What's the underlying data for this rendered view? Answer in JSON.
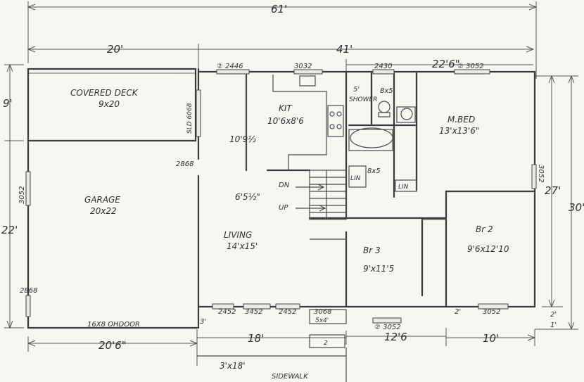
{
  "dimensions": {
    "overall": "61'",
    "top_left": "20'",
    "top_mid": "41'",
    "top_right": "22'6\"",
    "left_deck": "9'",
    "left_garage": "22'",
    "right_total": "30'",
    "right_upper": "27'",
    "right_lower1": "2'",
    "right_lower2": "1'",
    "bottom_garage": "20'6\"",
    "bottom_living": "18'",
    "bottom_br3": "12'6",
    "bottom_br2": "10'",
    "front_3": "3'",
    "br2_2": "2'",
    "kit_vert": "10'9½",
    "stair_vert": "6'5½\""
  },
  "rooms": {
    "deck": {
      "name": "COVERED DECK",
      "size": "9x20"
    },
    "garage": {
      "name": "GARAGE",
      "size": "20x22"
    },
    "kitchen": {
      "name": "KIT",
      "size": "10'6x8'6"
    },
    "living": {
      "name": "LIVING",
      "size": "14'x15'"
    },
    "master": {
      "name": "M.BED",
      "size": "13'x13'6\""
    },
    "br3": {
      "name": "Br 3",
      "size": "9'x11'5"
    },
    "br2": {
      "name": "Br 2",
      "size": "9'6x12'10"
    },
    "bath1": {
      "size": "8x5"
    },
    "bath2": {
      "size": "8x5"
    },
    "shower": {
      "line1": "5'",
      "line2": "SHOWER"
    },
    "lin1": "LIN",
    "lin2": "LIN"
  },
  "tags": {
    "w_2446": "② 2446",
    "w_3032": "3032",
    "w_2430": "2430",
    "w_3052_top": "② 3052",
    "sld": "SLD 6068",
    "d_2868_upper": "2868",
    "w_3052_left": "3052",
    "d_2868_lower": "2868",
    "w_2452_a": "2452",
    "w_3452": "3452",
    "w_2452_b": "2452",
    "d_3068": "3068",
    "porch": "5x4'",
    "w_3052_front": "② 3052",
    "w_3052_br2": "3052",
    "w_3052_master": "3052",
    "ohdoor": "16X8 OHDOOR",
    "dn": "DN",
    "up": "UP",
    "step": "2",
    "sidewalk_size": "3'x18'",
    "sidewalk": "SIDEWALK"
  }
}
